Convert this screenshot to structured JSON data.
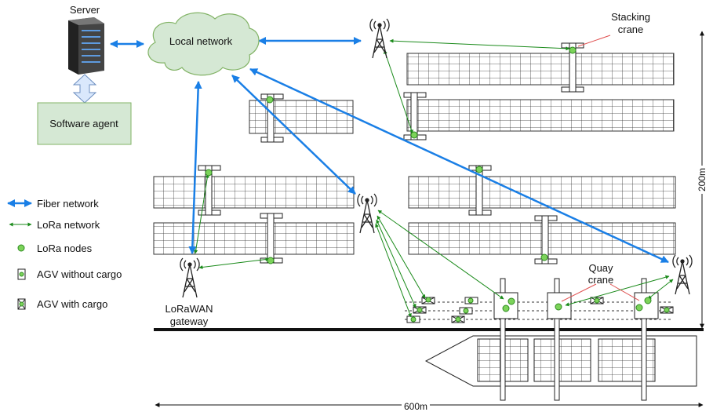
{
  "labels": {
    "server": "Server",
    "local_network": "Local network",
    "software_agent": "Software agent",
    "stacking_crane_line1": "Stacking",
    "stacking_crane_line2": "crane",
    "quay_crane_line1": "Quay",
    "quay_crane_line2": "crane",
    "gateway_line1": "LoRaWAN",
    "gateway_line2": "gateway",
    "dim_width": "600m",
    "dim_height": "200m"
  },
  "legend": {
    "fiber": "Fiber network",
    "lora": "LoRa network",
    "nodes": "LoRa nodes",
    "agv_empty": "AGV without cargo",
    "agv_cargo": "AGV with cargo"
  },
  "colors": {
    "fiber": "#1a7fe6",
    "lora": "#1a8a1a",
    "node_fill": "#7cd35a",
    "node_stroke": "#2e8b20",
    "cloud_fill": "#d5e8d4",
    "cloud_stroke": "#82b366",
    "agent_fill": "#d5e8d4",
    "agent_stroke": "#82b366",
    "arrow_fill": "#dae8fc",
    "arrow_stroke": "#6c8ebf"
  },
  "icons": {
    "server": "server-rack-icon",
    "tower": "radio-tower-icon",
    "ship": "container-ship-icon"
  }
}
